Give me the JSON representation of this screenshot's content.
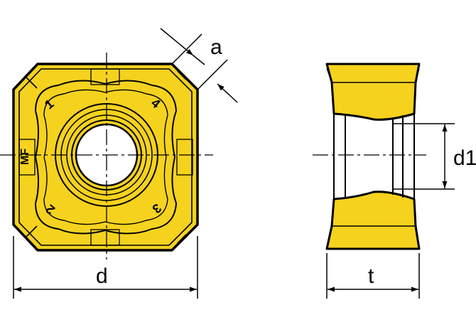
{
  "dimensions": {
    "a": "a",
    "d": "d",
    "d1": "d1",
    "t": "t"
  },
  "corner_marks": [
    "1",
    "4",
    "2",
    "3"
  ],
  "chipbreaker_mark": "MF",
  "colors": {
    "insert_fill": "#f5d21e",
    "outline": "#000000",
    "background": "#ffffff"
  }
}
